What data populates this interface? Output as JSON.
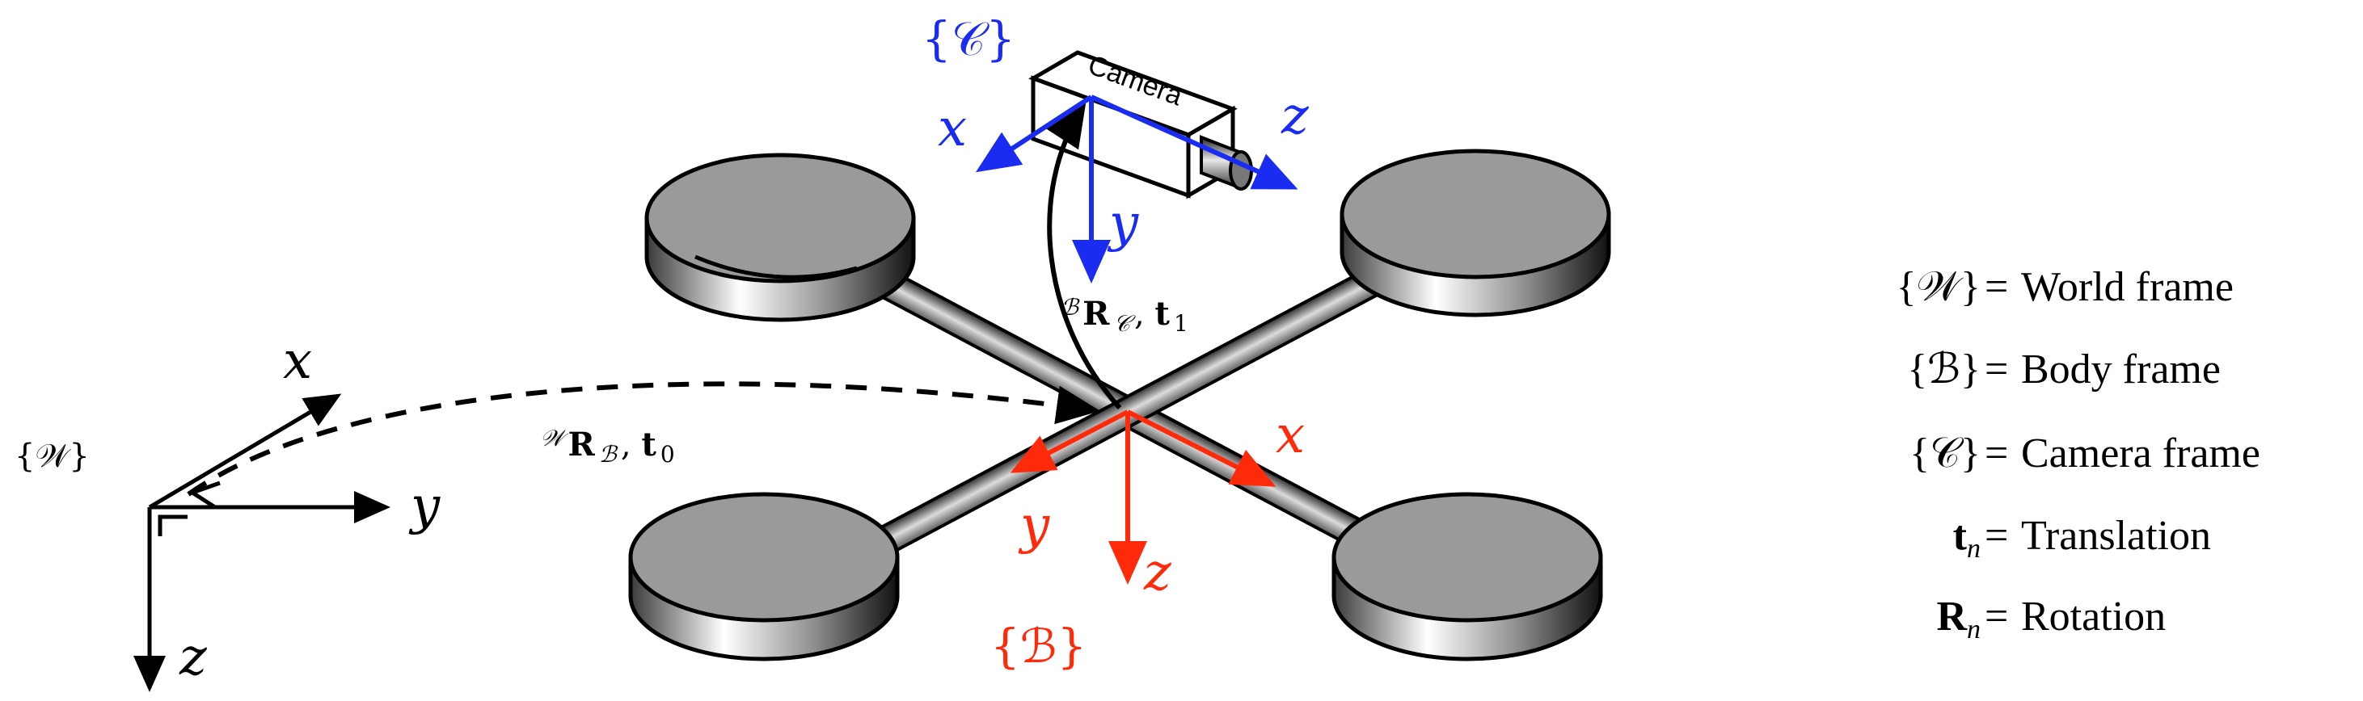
{
  "colors": {
    "world": "#000000",
    "body": "#ff2a0a",
    "camera": "#1a2cf2",
    "rotor_fill": "#9a9a9a",
    "outline": "#000000"
  },
  "world_frame": {
    "label": "{𝒲}",
    "x": "x",
    "y": "y",
    "z": "z"
  },
  "body_frame": {
    "label": "{ℬ}",
    "x": "x",
    "y": "y",
    "z": "z"
  },
  "camera_frame": {
    "label": "{𝒞}",
    "x": "x",
    "y": "y",
    "z": "z",
    "device_label": "Camera"
  },
  "transforms": {
    "world_to_body": {
      "pre": "𝒲",
      "rot": "R",
      "sub": "ℬ",
      "trans": "t",
      "idx": "0"
    },
    "body_to_camera": {
      "pre": "ℬ",
      "rot": "R",
      "sub": "𝒞",
      "trans": "t",
      "idx": "1"
    }
  },
  "legend": [
    {
      "symbol": "{𝒲}",
      "eq": "=",
      "text": "World frame"
    },
    {
      "symbol": "{ℬ}",
      "eq": "=",
      "text": "Body frame"
    },
    {
      "symbol": "{𝒞}",
      "eq": "=",
      "text": "Camera frame"
    },
    {
      "symbol": "t",
      "sub": "n",
      "eq": "=",
      "text": "Translation"
    },
    {
      "symbol": "R",
      "sub": "n",
      "eq": "=",
      "text": "Rotation"
    }
  ]
}
